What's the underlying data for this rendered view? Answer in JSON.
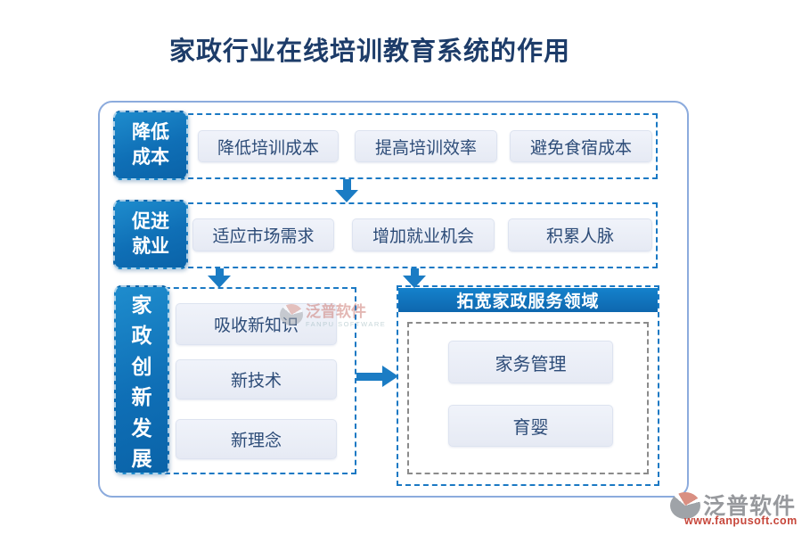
{
  "title": "家政行业在线培训教育系统的作用",
  "sections": {
    "row1": {
      "label_lines": [
        "降低",
        "成本"
      ],
      "items": [
        "降低培训成本",
        "提高培训效率",
        "避免食宿成本"
      ]
    },
    "row2": {
      "label_lines": [
        "促进",
        "就业"
      ],
      "items": [
        "适应市场需求",
        "增加就业机会",
        "积累人脉"
      ]
    },
    "innovation": {
      "label": "家政创新发展",
      "label_chars": [
        "家",
        "政",
        "创",
        "新",
        "发",
        "展"
      ],
      "items": [
        "吸收新知识",
        "新技术",
        "新理念"
      ]
    },
    "expansion": {
      "header": "拓宽家政服务领域",
      "items": [
        "家务管理",
        "育婴"
      ]
    }
  },
  "watermark": {
    "brand": "泛普软件",
    "brand_en": "FANPU SOFTWARE"
  },
  "footer_logo": {
    "brand": "泛普软件",
    "website": "www.fanpusoft.com"
  },
  "colors": {
    "accent_blue": "#1173bf",
    "dashed_blue": "#1a79c4",
    "navy_text": "#1d3c69",
    "item_text": "#2d4c78",
    "item_bg": "#e9edf6",
    "outer_border": "#8cabdd",
    "inner_dashed_gray": "#8b8b8b",
    "logo_gray": "#97999d",
    "logo_red": "#c7473b"
  }
}
